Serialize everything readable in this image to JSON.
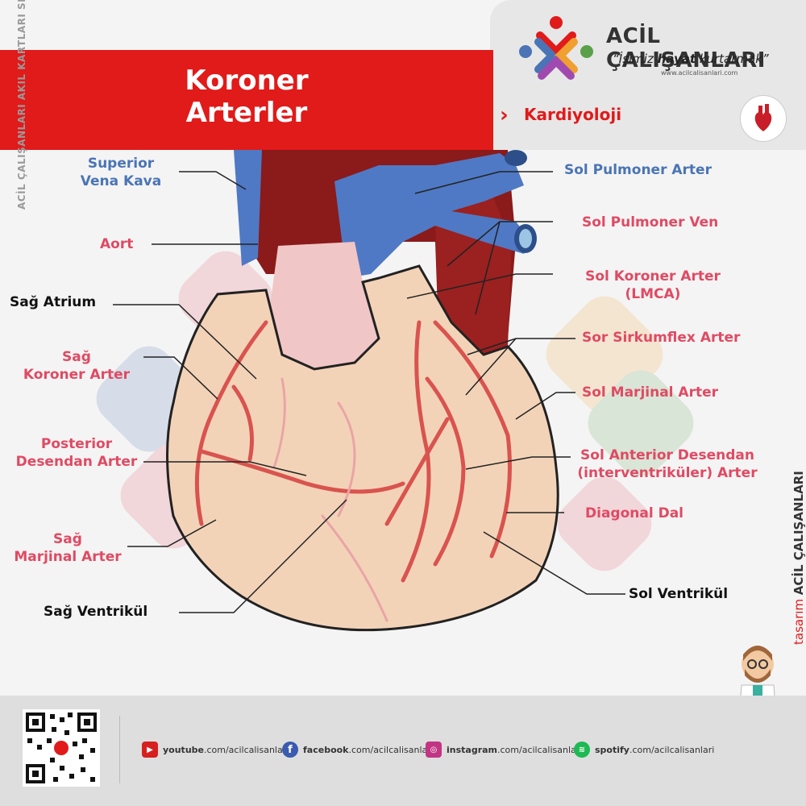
{
  "title": {
    "line1": "Koroner",
    "line2": "Arterler"
  },
  "brand": {
    "name": "ACİL ÇALIŞANLARI",
    "slogan_pre": "“İşimiz ",
    "slogan_bold": "hayat",
    "slogan_post": " kurtarmak”",
    "url": "www.acilcalisanlari.com"
  },
  "category": "Kardiyoloji",
  "labels": {
    "superior_vena_kava_1": "Superior",
    "superior_vena_kava_2": "Vena  Kava",
    "aort": "Aort",
    "sag_atrium": "Sağ Atrium",
    "sag_koroner_1": "Sağ",
    "sag_koroner_2": "Koroner Arter",
    "posterior_1": "Posterior",
    "posterior_2": "Desendan Arter",
    "sag_marjinal_1": "Sağ",
    "sag_marjinal_2": "Marjinal Arter",
    "sag_ventrikul": "Sağ Ventrikül",
    "sol_pulmoner_arter": "Sol Pulmoner Arter",
    "sol_pulmoner_ven": "Sol Pulmoner Ven",
    "sol_koroner_1": "Sol Koroner Arter",
    "sol_koroner_2": "(LMCA)",
    "sor_sirkumflex": "Sor Sirkumflex Arter",
    "sol_marjinal": "Sol Marjinal Arter",
    "sol_anterior_1": "Sol Anterior Desendan",
    "sol_anterior_2": "(interventriküler) Arter",
    "diagonal_dal": "Diagonal Dal",
    "sol_ventrikul": "Sol Ventrikül"
  },
  "side": {
    "series": "ACİL ÇALIŞANLARI AKIL KARTLARI SERİSİ",
    "design_pre": "tasarım",
    "design_brand": "ACİL ÇALIŞANLARI"
  },
  "social": {
    "youtube_pre": "youtube",
    "youtube_post": ".com/acilcalisanlari",
    "facebook_pre": "facebook",
    "facebook_post": ".com/acilcalisanlari",
    "instagram_pre": "instagram",
    "instagram_post": ".com/acilcalisanlari",
    "spotify_pre": "spotify",
    "spotify_post": ".com/acilcalisanlari"
  },
  "colors": {
    "header_red": "#e11a1a",
    "label_blue": "#4a74b5",
    "label_pink": "#e04a63",
    "heart_skin": "#f3d3b8",
    "artery": "#d9534f",
    "vein_blue": "#4f79c4",
    "aorta_dark": "#8b1a1a"
  }
}
